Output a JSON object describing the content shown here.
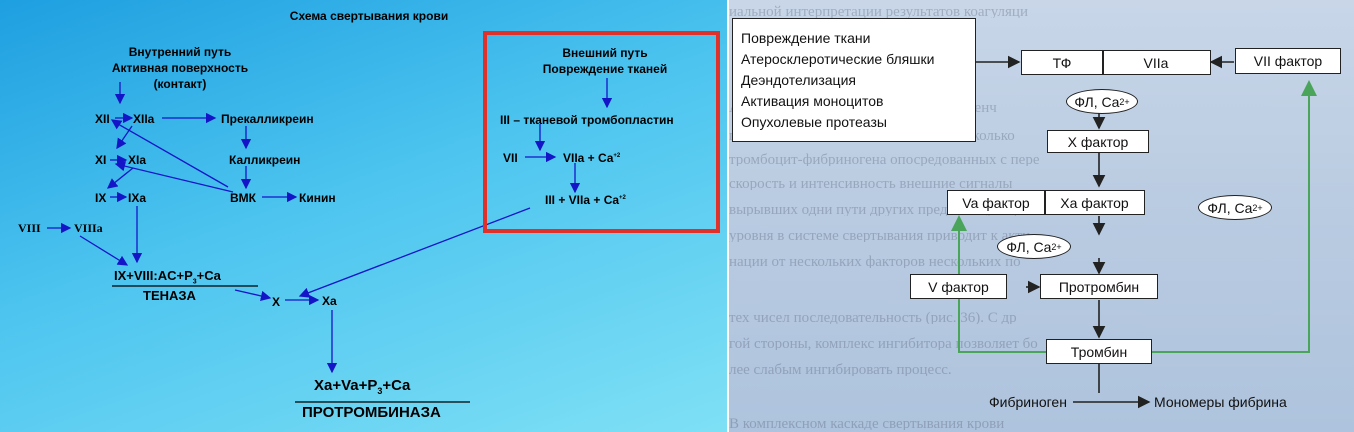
{
  "left": {
    "title": "Схема свертывания крови",
    "intrinsic": {
      "line1": "Внутренний путь",
      "line2": "Активная поверхность",
      "line3": "(контакт)"
    },
    "extrinsic": {
      "line1": "Внешний путь",
      "line2": "Повреждение тканей",
      "row1": "III – тканевой тромбопластин",
      "row2_a": "VII",
      "row2_b": "VIIa  +  Ca",
      "row2_sup": "+2",
      "row3": "III + VIIa + Ca",
      "row3_sup": "+2"
    },
    "nodes": {
      "xii": "XII",
      "xiia": "XIIa",
      "prekallikrein": "Прекалликреин",
      "xi": "XI",
      "xia": "XIa",
      "kallikrein": "Калликреин",
      "ix": "IX",
      "ixa": "IXa",
      "vmk": "ВМК",
      "kinin": "Кинин",
      "viii": "VIII",
      "viiia": "VIIIa",
      "x": "X",
      "xa": "Xa"
    },
    "tenase": {
      "formula": "IX+VIII:AC+P",
      "sub": "3",
      "tail": "+Ca",
      "name": "ТЕНАЗА"
    },
    "prothrombinase": {
      "formula_a": "Xa+Va+P",
      "sub": "3",
      "formula_b": "+Ca",
      "name": "ПРОТРОМБИНАЗА"
    }
  },
  "right": {
    "causes": [
      "Повреждение ткани",
      "Атеросклеротические бляшки",
      "Деэндотелизация",
      "Активация моноцитов",
      "Опухолевые протеазы"
    ],
    "tf": "ТФ",
    "viia": "VIIa",
    "vii_factor": "VII фактор",
    "fl_ca": "ФЛ, Ca",
    "fl_sup": "2+",
    "x_factor": "X фактор",
    "va_factor": "Va фактор",
    "xa_factor": "Xa фактор",
    "v_factor": "V фактор",
    "prothrombin": "Протромбин",
    "thrombin": "Тромбин",
    "fibrinogen": "Фибриноген",
    "fibrin_monomers": "Мономеры фибрина",
    "background_lines": [
      "иальной интерпретации результатов коагуляци",
      "",
      "Активация тромбоцитов — многоступенч",
      "процесс, который включает в себя несколько",
      "тромбоцит-фибриногена опосредованных с пере",
      "скорость и интенсивность внешние сигналы",
      "вырывших одни пути других предшествующего",
      "уровня в системе свертывания приводит к акти",
      "нации от нескольких факторов нескольких по",
      "тех чисел последовательность (рис. 36). С др",
      "гой стороны, комплекс ингибитора позволяет бо",
      "лее слабым ингибировать процесс.",
      "",
      "В комплексном каскаде свертывания крови"
    ],
    "colors": {
      "arrow_black": "#222222",
      "arrow_green": "#4aa55a"
    }
  },
  "colors": {
    "left_arrows": "#1515c8",
    "frame": "#e0302a"
  }
}
